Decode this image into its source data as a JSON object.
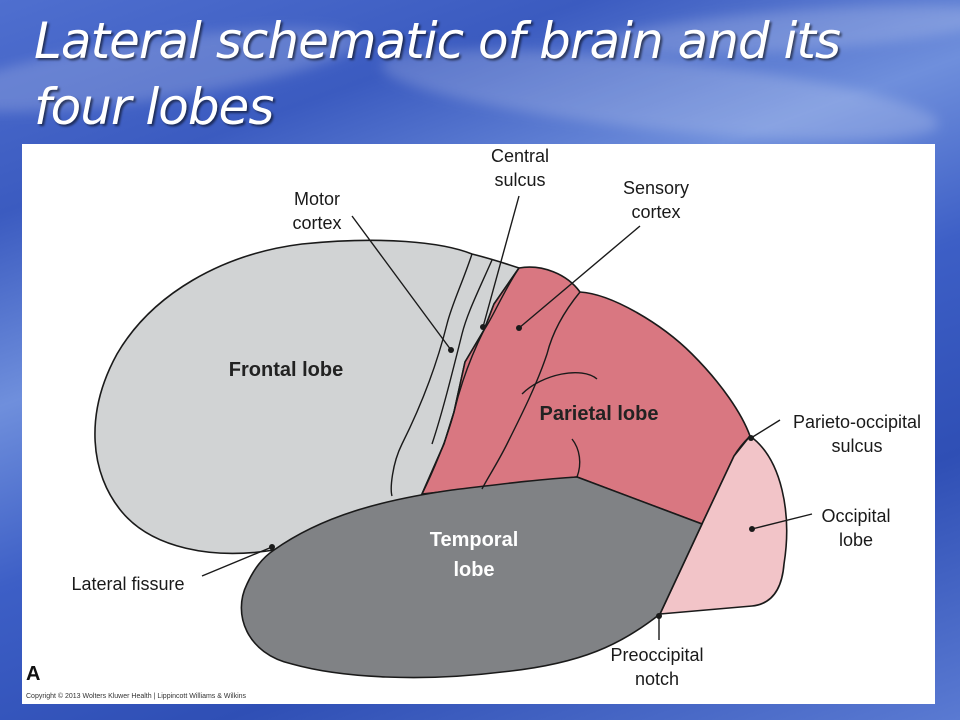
{
  "slide": {
    "title": "Lateral schematic of brain and its four lobes"
  },
  "figure": {
    "panel_letter": "A",
    "copyright": "Copyright © 2013 Wolters Kluwer Health | Lippincott Williams & Wilkins",
    "lobes": {
      "frontal": {
        "label": "Frontal lobe",
        "color": "#d1d3d4"
      },
      "parietal": {
        "label": "Parietal lobe",
        "color": "#d97781"
      },
      "temporal": {
        "label_line1": "Temporal",
        "label_line2": "lobe",
        "color": "#808285"
      },
      "occipital": {
        "color": "#f2c4c8"
      }
    },
    "callouts": {
      "motor_cortex": [
        "Motor",
        "cortex"
      ],
      "central_sulcus": [
        "Central",
        "sulcus"
      ],
      "sensory_cortex": [
        "Sensory",
        "cortex"
      ],
      "parieto_occipital_sulcus": [
        "Parieto-occipital",
        "sulcus"
      ],
      "occipital_lobe": [
        "Occipital",
        "lobe"
      ],
      "lateral_fissure": [
        "Lateral fissure"
      ],
      "preoccipital_notch": [
        "Preoccipital",
        "notch"
      ]
    }
  }
}
